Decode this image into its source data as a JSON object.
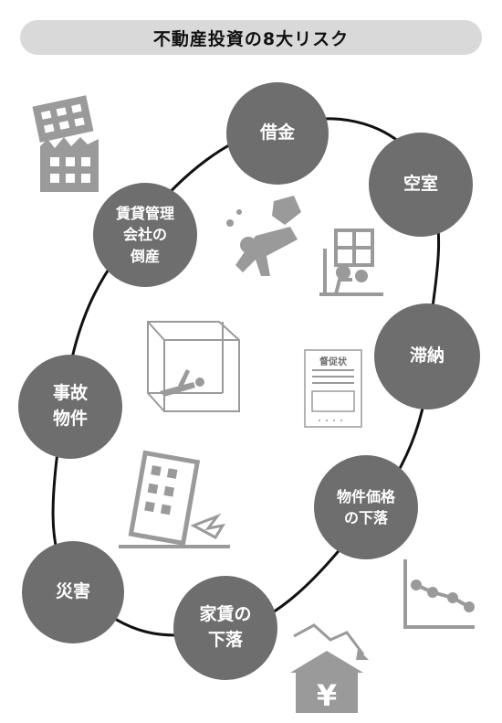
{
  "title": "不動産投資の8大リスク",
  "risks": [
    {
      "label": "借金"
    },
    {
      "label": "空室"
    },
    {
      "label": "滞納"
    },
    {
      "label": "物件価格\nの下落"
    },
    {
      "label": "家賃の\n下落"
    },
    {
      "label": "災害"
    },
    {
      "label": "事故\n物件"
    },
    {
      "label": "賃貸管理\n会社の\n倒産"
    }
  ],
  "icons": [
    "collapsed-building-icon",
    "falling-person-icon",
    "vacant-room-icon",
    "accident-room-icon",
    "demand-letter-icon",
    "tilted-building-icon",
    "declining-graph-icon",
    "falling-rent-house-icon"
  ],
  "demand_letter": {
    "title": "督促状"
  },
  "rent_house": {
    "symbol": "¥"
  },
  "colors": {
    "circle": "#6e6e6e",
    "icon": "#9a9a9a",
    "title_bar": "#d9d9d9",
    "loop": "#111111"
  }
}
